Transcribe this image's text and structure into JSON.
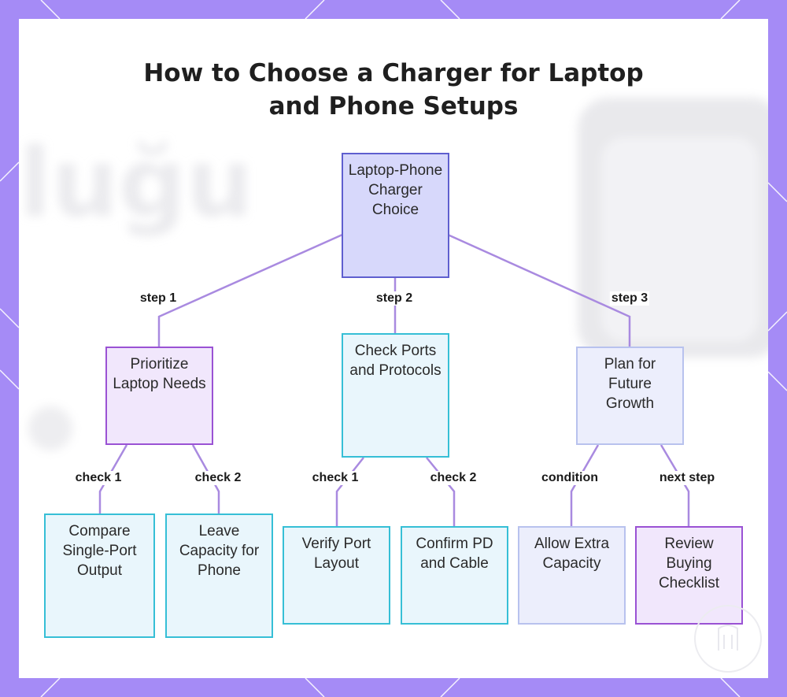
{
  "title": {
    "line1": "How to Choose a Charger for Laptop",
    "line2": "and Phone Setups"
  },
  "colors": {
    "frame": "#a58bf6",
    "edge": "#a98ae0",
    "root_fill": "#d7d8fb",
    "purple_fill": "#f1e7fc",
    "cyan_fill": "#e9f6fc",
    "lavender_fill": "#eceefc"
  },
  "nodes": {
    "root": "Laptop-Phone Charger Choice",
    "prioritize": "Prioritize Laptop Needs",
    "ports": "Check Ports and Protocols",
    "plan": "Plan for Future Growth",
    "compare": "Compare Single-Port Output",
    "leave": "Leave Capacity for Phone",
    "verify": "Verify Port Layout",
    "confirm": "Confirm PD and Cable",
    "allow": "Allow Extra Capacity",
    "review": "Review Buying Checklist"
  },
  "edges": {
    "step1": "step 1",
    "step2": "step 2",
    "step3": "step 3",
    "p_check1": "check 1",
    "p_check2": "check 2",
    "c_check1": "check 1",
    "c_check2": "check 2",
    "condition": "condition",
    "next_step": "next step"
  },
  "background_watermark": "luğu",
  "logo_icon": "watermark-logo-icon"
}
